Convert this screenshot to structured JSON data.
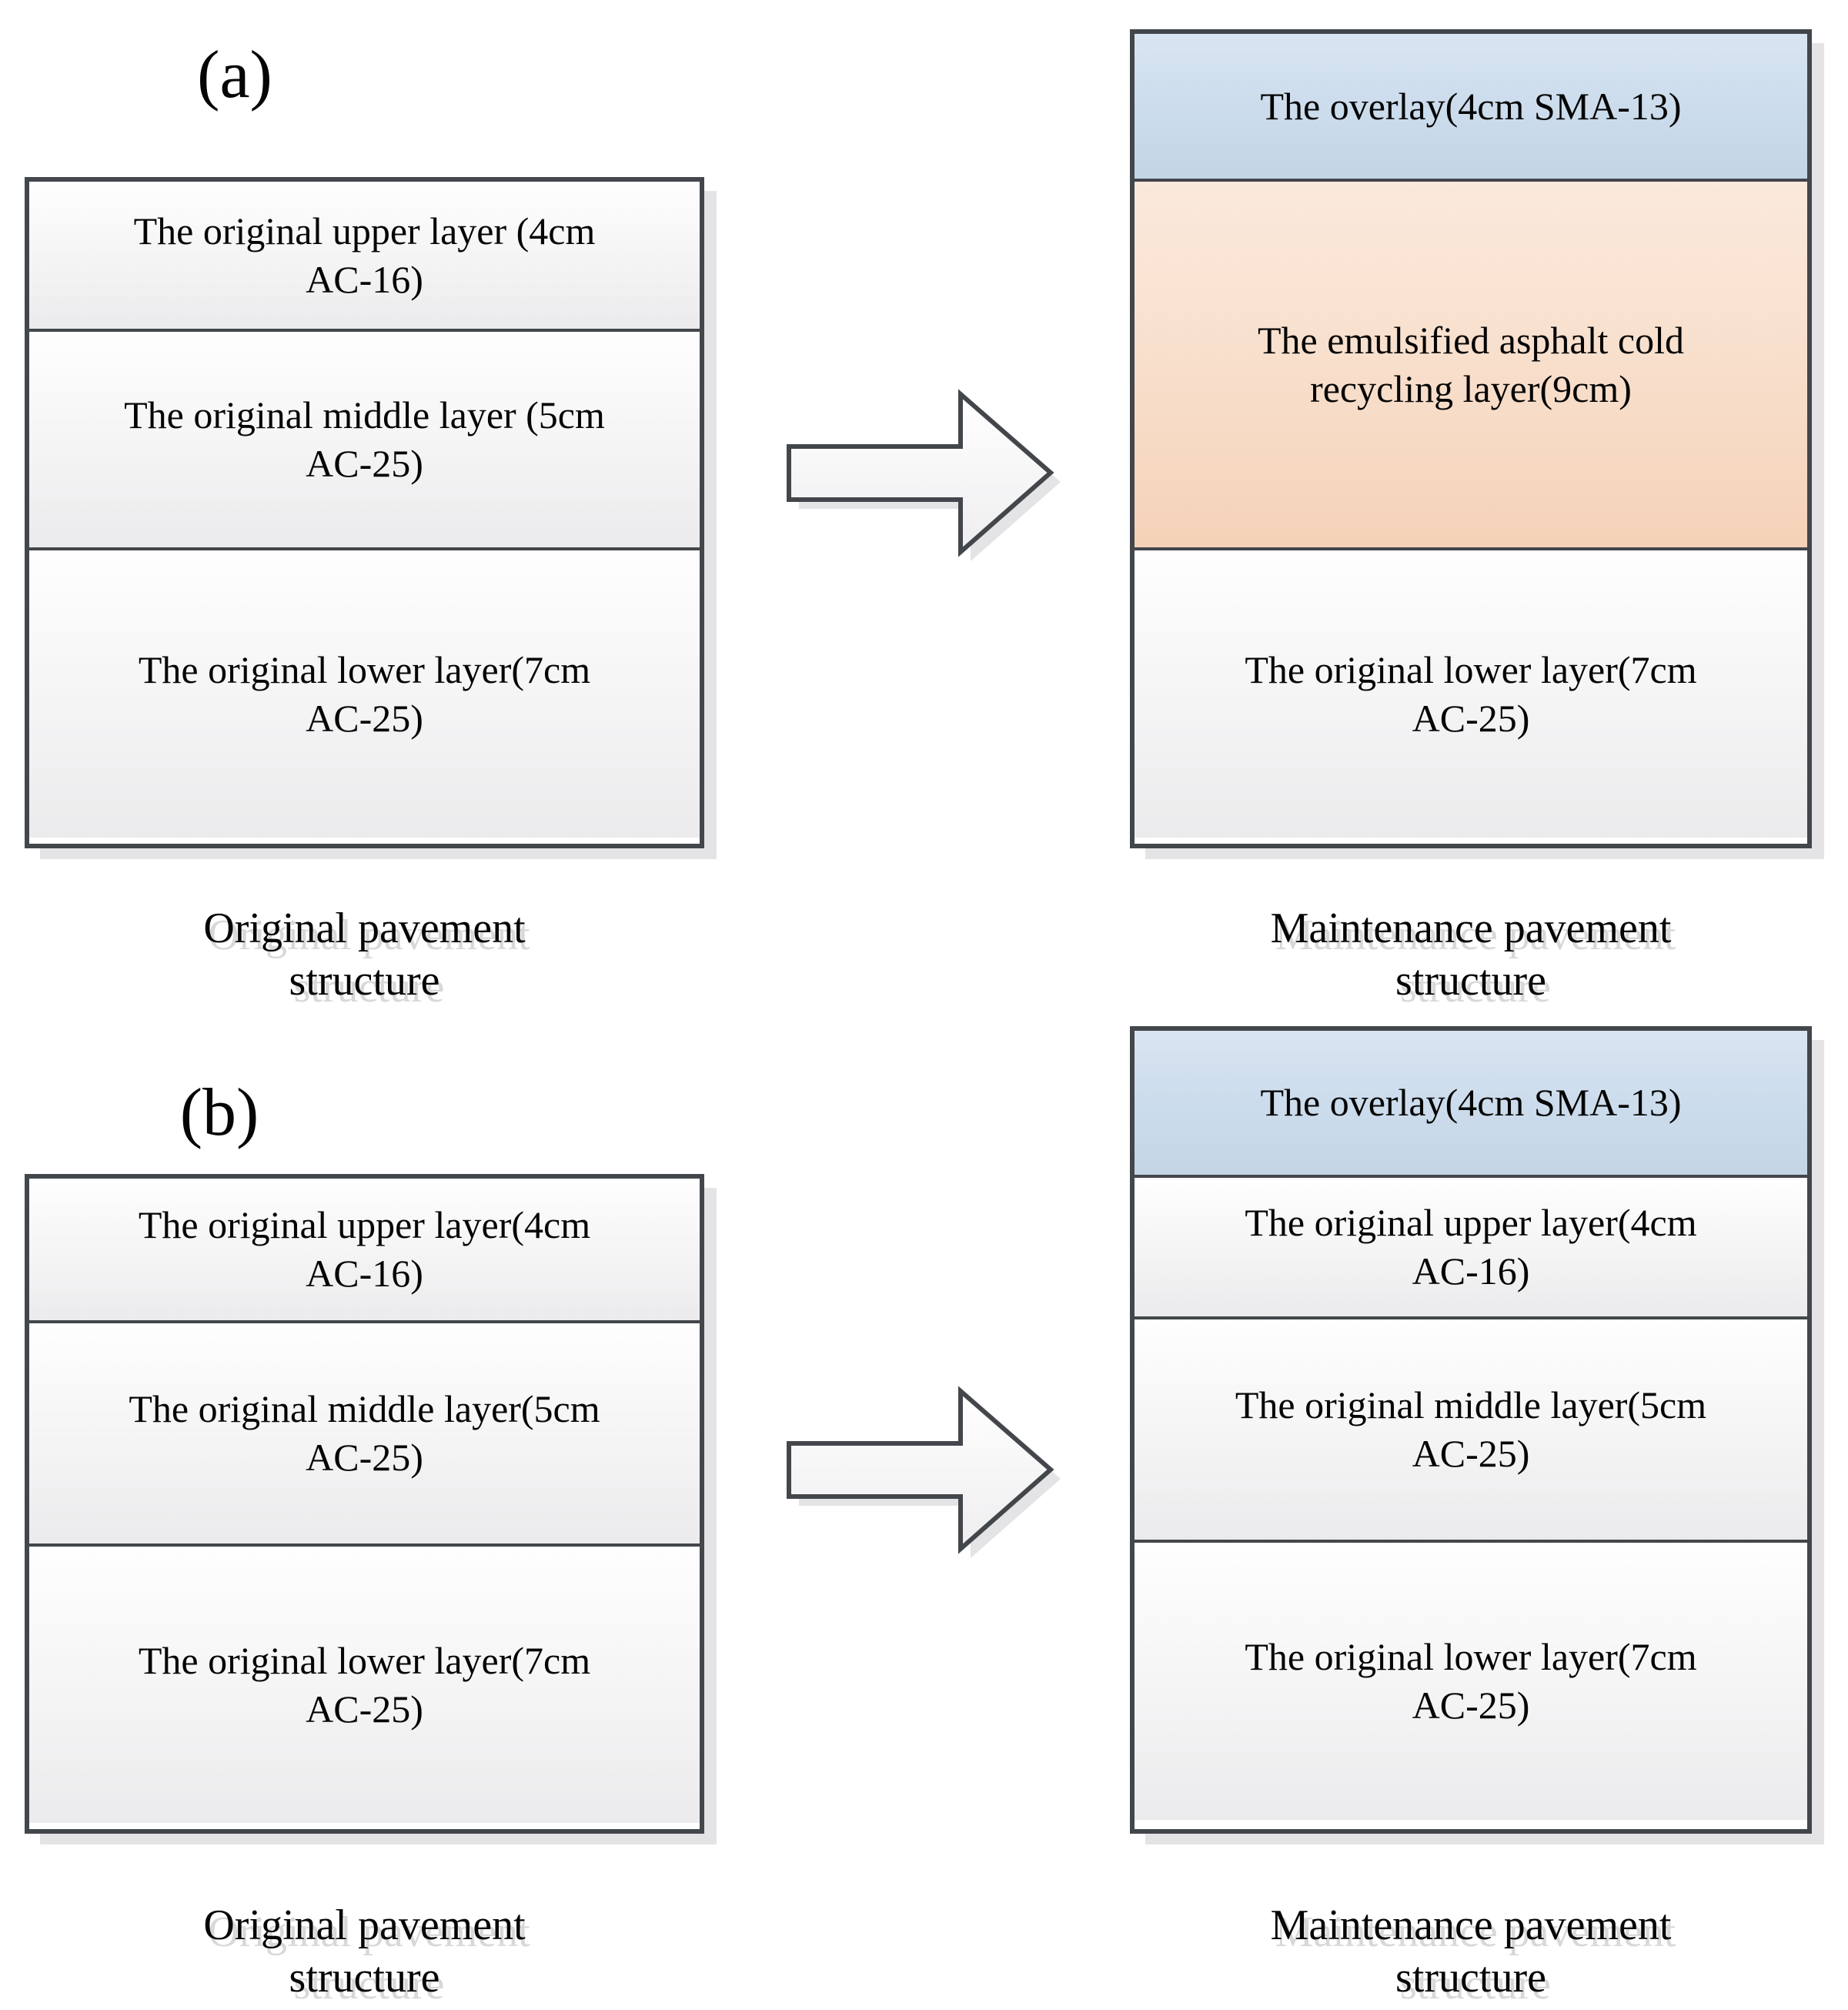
{
  "figure": {
    "panels": [
      {
        "label": "(a)",
        "original": {
          "caption": "Original pavement\nstructure",
          "layers": [
            {
              "text": "The original upper layer (4cm\nAC-16)",
              "kind": "original-asphalt"
            },
            {
              "text": "The original middle layer (5cm\nAC-25)",
              "kind": "original-asphalt"
            },
            {
              "text": "The original lower layer(7cm\nAC-25)",
              "kind": "original-asphalt"
            }
          ]
        },
        "maintenance": {
          "caption": "Maintenance pavement\nstructure",
          "layers": [
            {
              "text": "The overlay(4cm SMA-13)",
              "kind": "overlay"
            },
            {
              "text": "The emulsified asphalt cold\nrecycling layer(9cm)",
              "kind": "cold-recycling"
            },
            {
              "text": "The original lower layer(7cm\nAC-25)",
              "kind": "original-asphalt"
            }
          ]
        }
      },
      {
        "label": "(b)",
        "original": {
          "caption": "Original pavement\nstructure",
          "layers": [
            {
              "text": "The original upper layer(4cm\nAC-16)",
              "kind": "original-asphalt"
            },
            {
              "text": "The original middle layer(5cm\nAC-25)",
              "kind": "original-asphalt"
            },
            {
              "text": "The original lower layer(7cm\nAC-25)",
              "kind": "original-asphalt"
            }
          ]
        },
        "maintenance": {
          "caption": "Maintenance pavement\nstructure",
          "layers": [
            {
              "text": "The overlay(4cm SMA-13)",
              "kind": "overlay"
            },
            {
              "text": "The original upper layer(4cm\nAC-16)",
              "kind": "original-asphalt"
            },
            {
              "text": "The original middle layer(5cm\nAC-25)",
              "kind": "original-asphalt"
            },
            {
              "text": "The original lower layer(7cm\nAC-25)",
              "kind": "original-asphalt"
            }
          ]
        }
      }
    ],
    "colors": {
      "overlay_blue_top": "#d9e5f1",
      "overlay_blue_bottom": "#c3d5e6",
      "recycling_orange_top": "#fbe9dc",
      "recycling_orange_bottom": "#f4d2b8",
      "layer_gray_top": "#fefefe",
      "layer_gray_bottom": "#ebebed",
      "border_dark": "#43464b",
      "shadow_gray": "#e4e4e6"
    }
  }
}
